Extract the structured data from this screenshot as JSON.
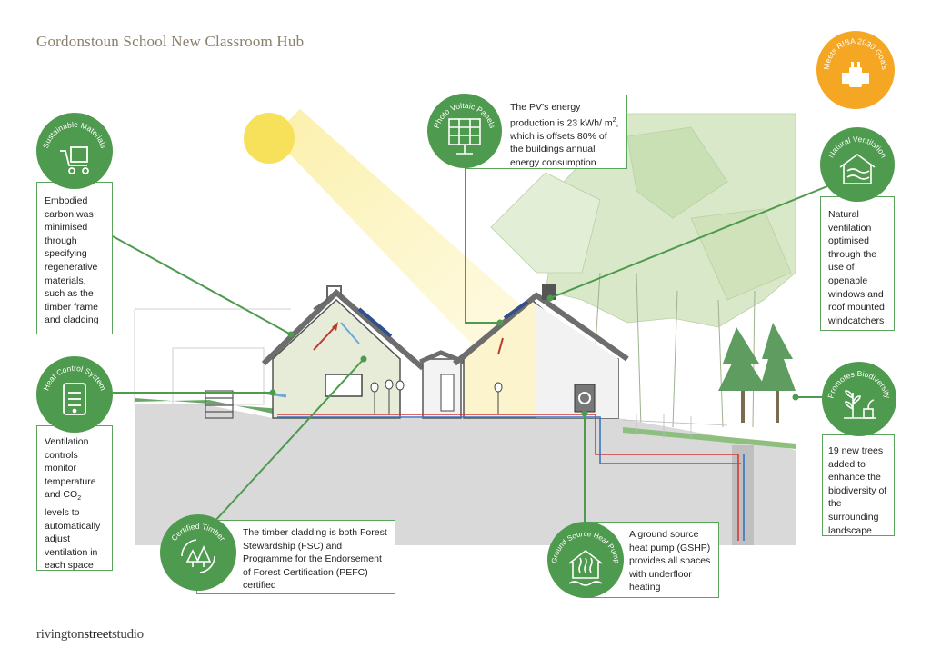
{
  "page": {
    "title": "Gordonstoun School New Classroom Hub",
    "brand_prefix": "rivington",
    "brand_mid": "street",
    "brand_suffix": "studio"
  },
  "badge": {
    "label": "Meets RIBA 2030 Goals",
    "color": "#f5a623"
  },
  "colors": {
    "green": "#4e9a4e",
    "box_border": "#5aa55a",
    "sun": "#f7e15a",
    "tree": "#d9e8c8"
  },
  "callouts": {
    "sustainable": {
      "label": "Sustainable Materials",
      "icon": "trolley-icon",
      "text": "Embodied carbon was minimised through specifying regenerative materials, such as the timber frame and cladding"
    },
    "heat_control": {
      "label": "Heat Control System",
      "icon": "control-panel-icon",
      "text_a": "Ventilation controls monitor temperature and CO",
      "text_sub": "2",
      "text_b": " levels to automatically adjust ventilation in each space"
    },
    "pv": {
      "label": "Photo Voltaic Panels",
      "icon": "solar-panel-icon",
      "text_a": "The PV’s energy production is 23 kWh/ m",
      "text_sup": "2",
      "text_b": ", which is offsets 80% of the buildings annual energy consumption"
    },
    "ventilation": {
      "label": "Natural Ventilation",
      "icon": "house-airflow-icon",
      "text": "Natural ventilation optimised through the use of openable windows and roof mounted windcatchers"
    },
    "biodiversity": {
      "label": "Promotes Biodiversity",
      "icon": "plant-icon",
      "text": "19 new trees added to enhance the biodiversity of the surrounding landscape"
    },
    "timber": {
      "label": "Certified Timber",
      "icon": "trees-recycle-icon",
      "text": "The timber cladding is both Forest Stewardship (FSC) and Programme for the Endorsement of Forest Certification (PEFC) certified"
    },
    "gshp": {
      "label": "Ground Source Heat Pump",
      "icon": "house-heat-icon",
      "text": "A ground source heat pump (GSHP) provides all spaces with underfloor heating"
    }
  }
}
